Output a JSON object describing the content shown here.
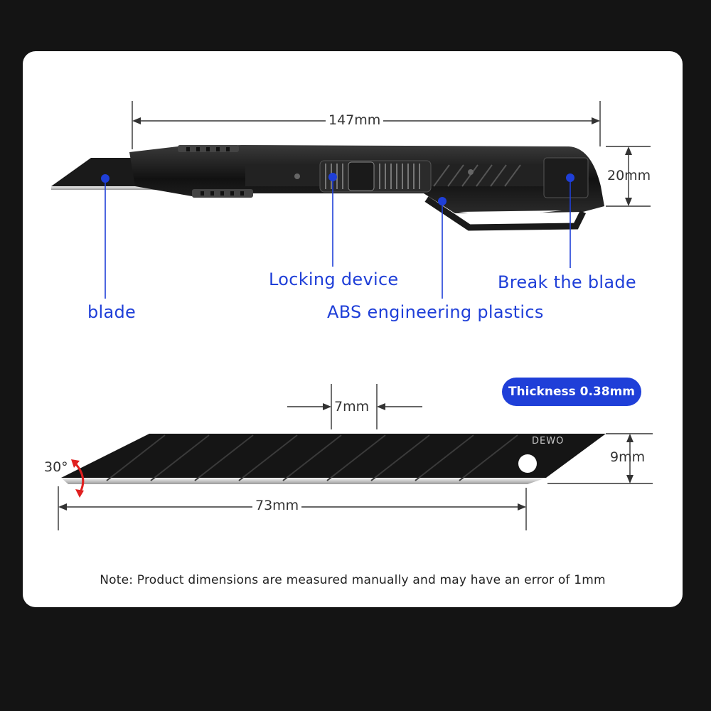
{
  "knife": {
    "length": "147mm",
    "height": "20mm",
    "callouts": {
      "blade": "blade",
      "locking_device": "Locking device",
      "break_blade": "Break the blade",
      "abs": "ABS engineering plastics"
    }
  },
  "blade_spec": {
    "thickness": "Thickness 0.38mm",
    "segment_width": "7mm",
    "height": "9mm",
    "length": "73mm",
    "angle": "30°",
    "brand": "DEWO"
  },
  "note": "Note: Product dimensions are measured manually and may have an error of 1mm",
  "colors": {
    "accent": "#1f3fd8",
    "background": "#141414",
    "card": "#ffffff",
    "angle_arrow": "#e02020"
  }
}
